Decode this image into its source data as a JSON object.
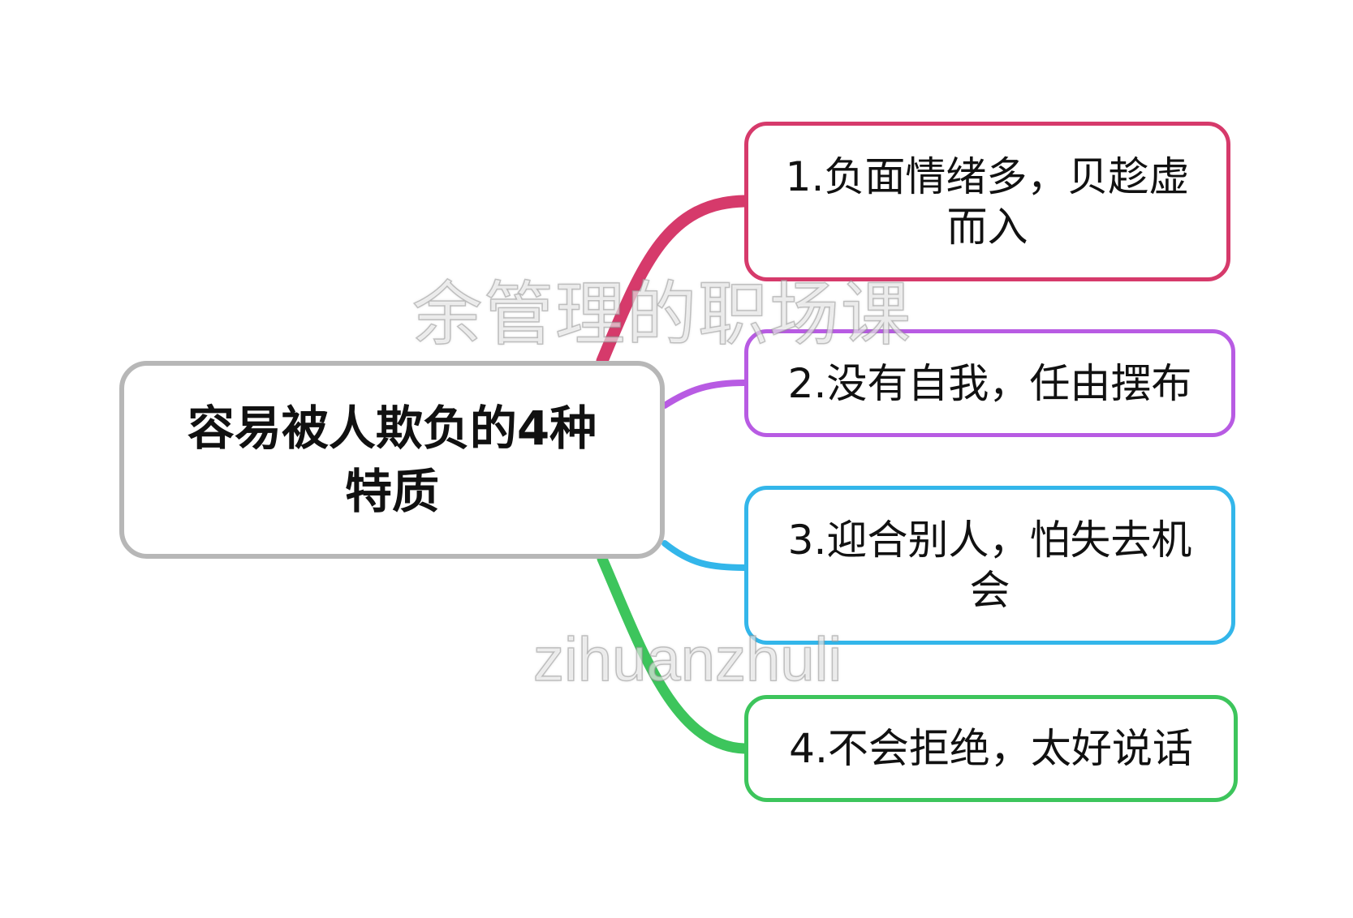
{
  "diagram": {
    "root": {
      "label": "容易被人欺负的4种特质"
    },
    "branches": [
      {
        "label": "1.负面情绪多，贝趁虚而入",
        "color": "#d63a6b"
      },
      {
        "label": "2.没有自我，任由摆布",
        "color": "#b85be3"
      },
      {
        "label": "3.迎合别人，怕失去机会",
        "color": "#33b6ea"
      },
      {
        "label": "4.不会拒绝，太好说话",
        "color": "#3dc55c"
      }
    ],
    "root_border_color": "#b7b7b7"
  },
  "watermarks": [
    "余管理的职场课",
    "zihuanzhuli"
  ]
}
